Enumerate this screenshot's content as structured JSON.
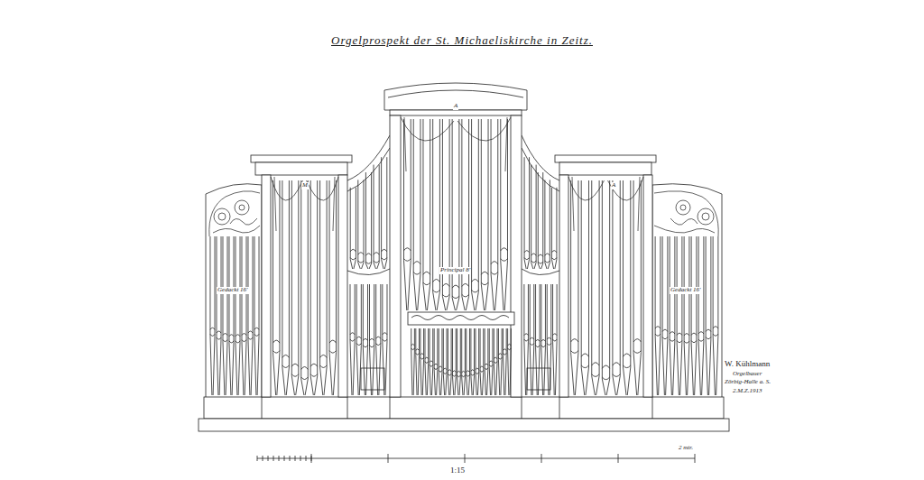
{
  "diagram": {
    "title": "Orgelprospekt der St. Michaeliskirche in Zeitz.",
    "labels": [
      "Gedackt 16'",
      "Principal 8'",
      "Gedackt 16'",
      "M",
      "A",
      "A",
      "W. Kühlmann",
      "Orgelbauer",
      "Zörbig-Halle a. S.",
      "2.M.Z.1913",
      "2 mtr.",
      "1:15"
    ]
  }
}
